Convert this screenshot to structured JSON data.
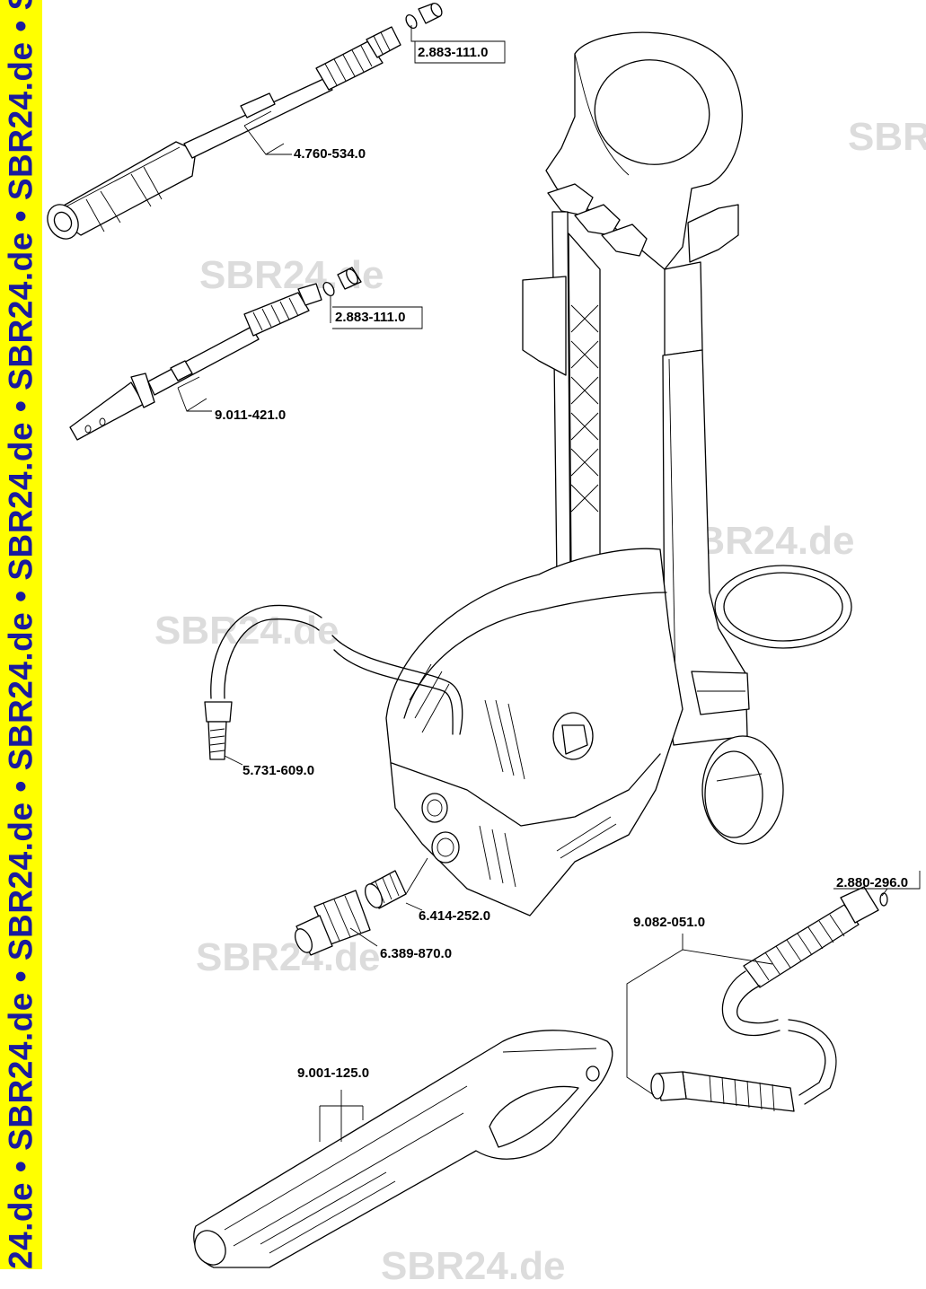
{
  "sidebar": {
    "text": "24.de • SBR24.de • SBR24.de • SBR24.de • SBR24.de • SBR24.de • SBR24.de • SBR"
  },
  "watermarks": [
    "SBR24.de",
    "SBR24.de",
    "SBR24.de",
    "SBR24.de",
    "SBR24.de",
    "SBR"
  ],
  "parts": [
    {
      "number": "2.883-111.0"
    },
    {
      "number": "4.760-534.0"
    },
    {
      "number": "2.883-111.0"
    },
    {
      "number": "9.011-421.0"
    },
    {
      "number": "5.731-609.0"
    },
    {
      "number": "6.414-252.0"
    },
    {
      "number": "6.389-870.0"
    },
    {
      "number": "2.880-296.0"
    },
    {
      "number": "9.082-051.0"
    },
    {
      "number": "9.001-125.0"
    }
  ],
  "colors": {
    "sidebar_bg": "#ffff00",
    "sidebar_text": "#1a1a9e",
    "watermark": "#dcdcdc"
  }
}
